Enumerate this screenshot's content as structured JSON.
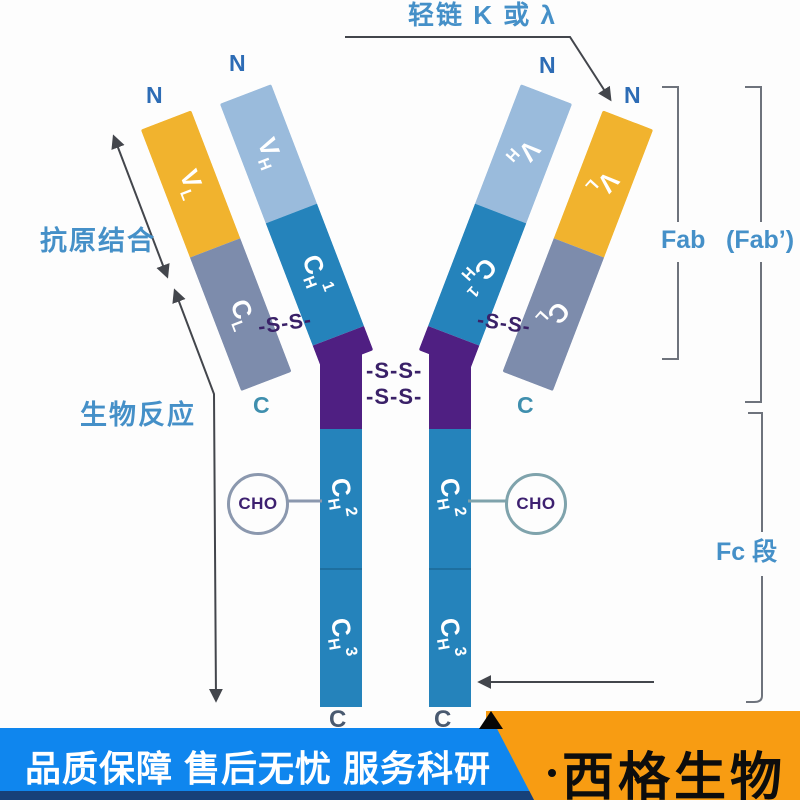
{
  "antibody": {
    "top_label": "轻链 K 或 λ",
    "left_labels": {
      "antigen_binding": "抗原结合",
      "biological_response": "生物反应"
    },
    "right_labels": {
      "fab": "Fab",
      "fab_prime": "(Fab’)",
      "fc": "Fc 段"
    },
    "terminals": {
      "n": "N",
      "c": "C"
    },
    "domains": {
      "vh": {
        "base": "V",
        "sub": "H"
      },
      "vl": {
        "base": "V",
        "sub": "L"
      },
      "cl": {
        "base": "C",
        "sub": "L"
      },
      "ch1": {
        "base": "C",
        "sub": "H",
        "sup": "1"
      },
      "ch2": {
        "base": "C",
        "sub": "H",
        "sup": "2"
      },
      "ch3": {
        "base": "C",
        "sub": "H",
        "sup": "3"
      }
    },
    "bonds": {
      "disulfide": "-S-S-"
    },
    "cho": "CHO",
    "colors": {
      "teal": "#2583bb",
      "light_blue": "#9abbdc",
      "yellow": "#f1b32e",
      "gray_blue": "#7d8cac",
      "hinge_purple": "#4f1f82",
      "label_blue": "#4590c8",
      "terminal_n_blue": "#2d6cb5",
      "terminal_c_teal": "#3f8fae",
      "bond_purple": "#3a2168"
    }
  },
  "banner": {
    "slogan": "品质保障 售后无忧 服务科研",
    "company": "西格生物",
    "colors": {
      "blue": "#0f86ee",
      "orange": "#f89c12",
      "stripe_navy": "#174179"
    }
  }
}
